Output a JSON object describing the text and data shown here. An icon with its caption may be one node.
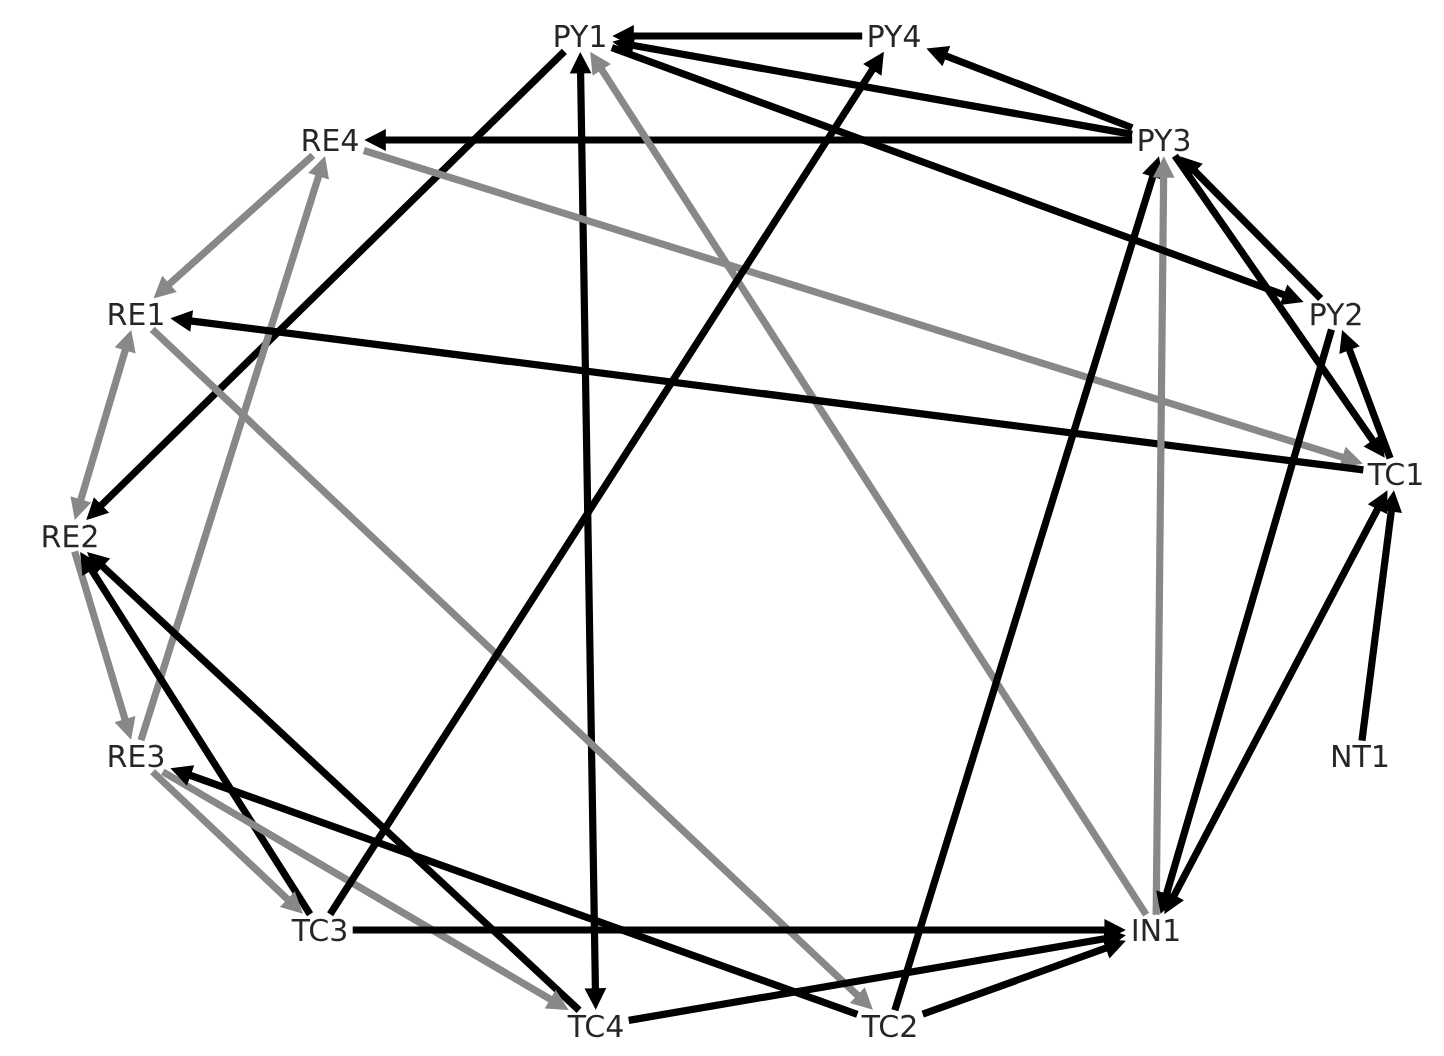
{
  "diagram": {
    "nodes": [
      {
        "text": [
          "PY1"
        ]
      },
      {
        "text": [
          "PY4"
        ]
      },
      {
        "text": [
          "RE4"
        ]
      },
      {
        "text": [
          "PY3"
        ]
      },
      {
        "text": [
          "RE1"
        ]
      },
      {
        "text": [
          "PY2"
        ]
      },
      {
        "text": [
          "RE2"
        ]
      },
      {
        "text": [
          "TC1"
        ]
      },
      {
        "text": [
          "RE3"
        ]
      },
      {
        "text": [
          "NT1"
        ]
      },
      {
        "text": [
          "TC3"
        ]
      },
      {
        "text": [
          "IN1"
        ]
      },
      {
        "text": [
          "TC4"
        ]
      },
      {
        "text": [
          "TC2"
        ]
      }
    ],
    "edges": [
      {
        "from": 1,
        "to": 0,
        "arrow": "to"
      },
      {
        "from": 3,
        "to": 1,
        "arrow": "to"
      },
      {
        "from": 3,
        "to": 0,
        "arrow": "to"
      },
      {
        "from": 3,
        "to": 2,
        "arrow": "to"
      },
      {
        "from": 0,
        "to": 6,
        "arrow": "to"
      },
      {
        "from": 12,
        "to": 0,
        "arrow": "both"
      },
      {
        "from": 11,
        "to": 0,
        "arrow": "to",
        "color": "#888888"
      },
      {
        "from": 2,
        "to": 7,
        "arrow": "to",
        "color": "#888888"
      },
      {
        "from": 2,
        "to": 4,
        "arrow": "to",
        "color": "#888888"
      },
      {
        "from": 8,
        "to": 2,
        "arrow": "to",
        "color": "#888888"
      },
      {
        "from": 7,
        "to": 4,
        "arrow": "to"
      },
      {
        "from": 4,
        "to": 13,
        "arrow": "to",
        "color": "#888888"
      },
      {
        "from": 4,
        "to": 6,
        "arrow": "both",
        "color": "#888888"
      },
      {
        "from": 6,
        "to": 8,
        "arrow": "to",
        "color": "#888888"
      },
      {
        "from": 10,
        "to": 6,
        "arrow": "to"
      },
      {
        "from": 12,
        "to": 6,
        "arrow": "to"
      },
      {
        "from": 8,
        "to": 12,
        "arrow": "to",
        "color": "#888888"
      },
      {
        "from": 8,
        "to": 10,
        "arrow": "to",
        "color": "#888888"
      },
      {
        "from": 13,
        "to": 8,
        "arrow": "to"
      },
      {
        "from": 10,
        "to": 1,
        "arrow": "to"
      },
      {
        "from": 10,
        "to": 11,
        "arrow": "to"
      },
      {
        "from": 12,
        "to": 11,
        "arrow": "to"
      },
      {
        "from": 13,
        "to": 11,
        "arrow": "to"
      },
      {
        "from": 13,
        "to": 3,
        "arrow": "to"
      },
      {
        "from": 11,
        "to": 3,
        "arrow": "to",
        "color": "#888888"
      },
      {
        "from": 5,
        "to": 11,
        "arrow": "to"
      },
      {
        "from": 7,
        "to": 11,
        "arrow": "both"
      },
      {
        "from": 7,
        "to": 5,
        "arrow": "to"
      },
      {
        "from": 3,
        "to": 7,
        "arrow": "to"
      },
      {
        "from": 5,
        "to": 3,
        "arrow": "to"
      },
      {
        "from": 0,
        "to": 5,
        "arrow": "to"
      },
      {
        "from": 9,
        "to": 7,
        "arrow": "to"
      }
    ]
  }
}
